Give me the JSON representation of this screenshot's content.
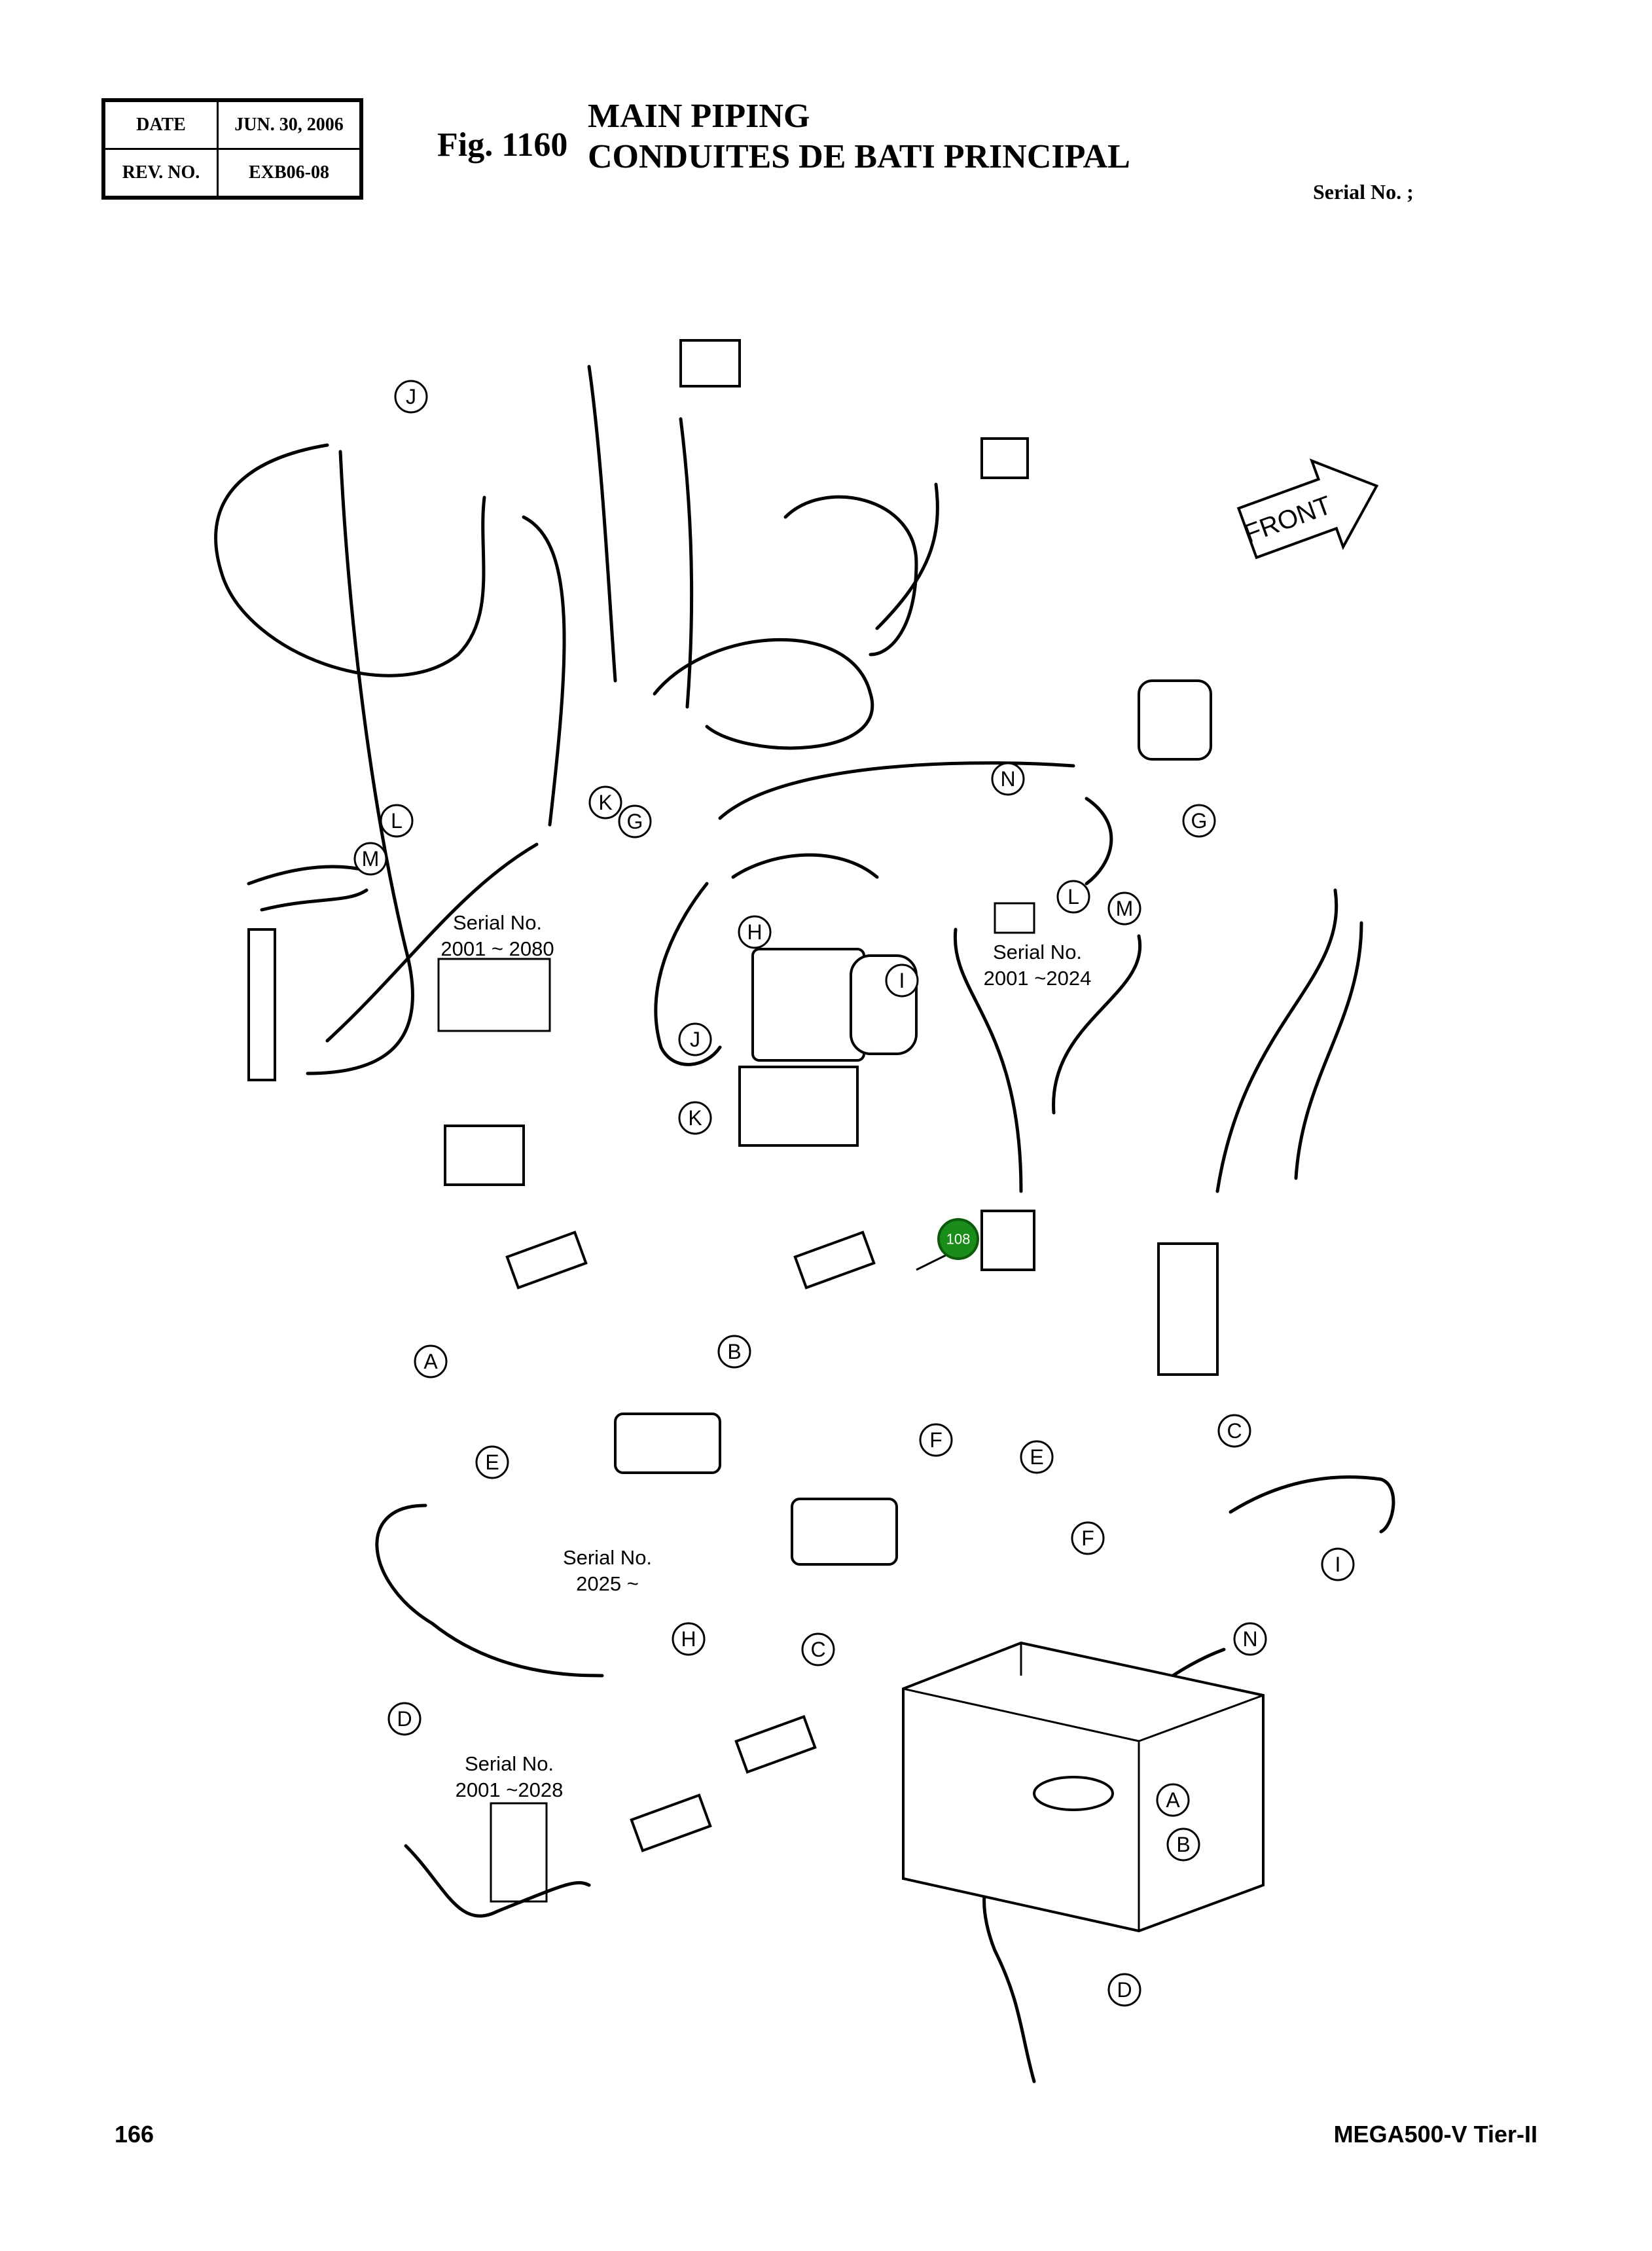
{
  "header": {
    "date_label": "DATE",
    "date_value": "JUN. 30, 2006",
    "rev_label": "REV. NO.",
    "rev_value": "EXB06-08",
    "figure_number": "Fig. 1160",
    "title_en": "MAIN PIPING",
    "title_fr": "CONDUITES DE BATI PRINCIPAL",
    "serial": "Serial No. ;"
  },
  "diagram": {
    "front_label": "FRONT",
    "highlight_callout": "108",
    "highlight_color": "#1a8c1a",
    "callouts": [
      {
        "id": "j1",
        "label": "J"
      },
      {
        "id": "k1",
        "label": "K"
      },
      {
        "id": "g1",
        "label": "G"
      },
      {
        "id": "l1",
        "label": "L"
      },
      {
        "id": "m1",
        "label": "M"
      },
      {
        "id": "n1",
        "label": "N"
      },
      {
        "id": "g2",
        "label": "G"
      },
      {
        "id": "h1",
        "label": "H"
      },
      {
        "id": "i1",
        "label": "I"
      },
      {
        "id": "j2",
        "label": "J"
      },
      {
        "id": "k2",
        "label": "K"
      },
      {
        "id": "l2",
        "label": "L"
      },
      {
        "id": "m2",
        "label": "M"
      },
      {
        "id": "a1",
        "label": "A"
      },
      {
        "id": "b1",
        "label": "B"
      },
      {
        "id": "c1",
        "label": "C"
      },
      {
        "id": "e1",
        "label": "E"
      },
      {
        "id": "f1",
        "label": "F"
      },
      {
        "id": "e2",
        "label": "E"
      },
      {
        "id": "f2",
        "label": "F"
      },
      {
        "id": "i2",
        "label": "I"
      },
      {
        "id": "h2",
        "label": "H"
      },
      {
        "id": "c2",
        "label": "C"
      },
      {
        "id": "d1",
        "label": "D"
      },
      {
        "id": "n2",
        "label": "N"
      },
      {
        "id": "a2",
        "label": "A"
      },
      {
        "id": "b2",
        "label": "B"
      },
      {
        "id": "d2",
        "label": "D"
      }
    ],
    "serial_notes": [
      {
        "line1": "Serial No.",
        "line2": "2001 ~ 2080"
      },
      {
        "line1": "Serial No.",
        "line2": "2001 ~2024"
      },
      {
        "line1": "Serial No.",
        "line2": "2025 ~"
      },
      {
        "line1": "Serial No.",
        "line2": "2001 ~2028"
      }
    ]
  },
  "footer": {
    "page_number": "166",
    "model": "MEGA500-V Tier-II"
  }
}
